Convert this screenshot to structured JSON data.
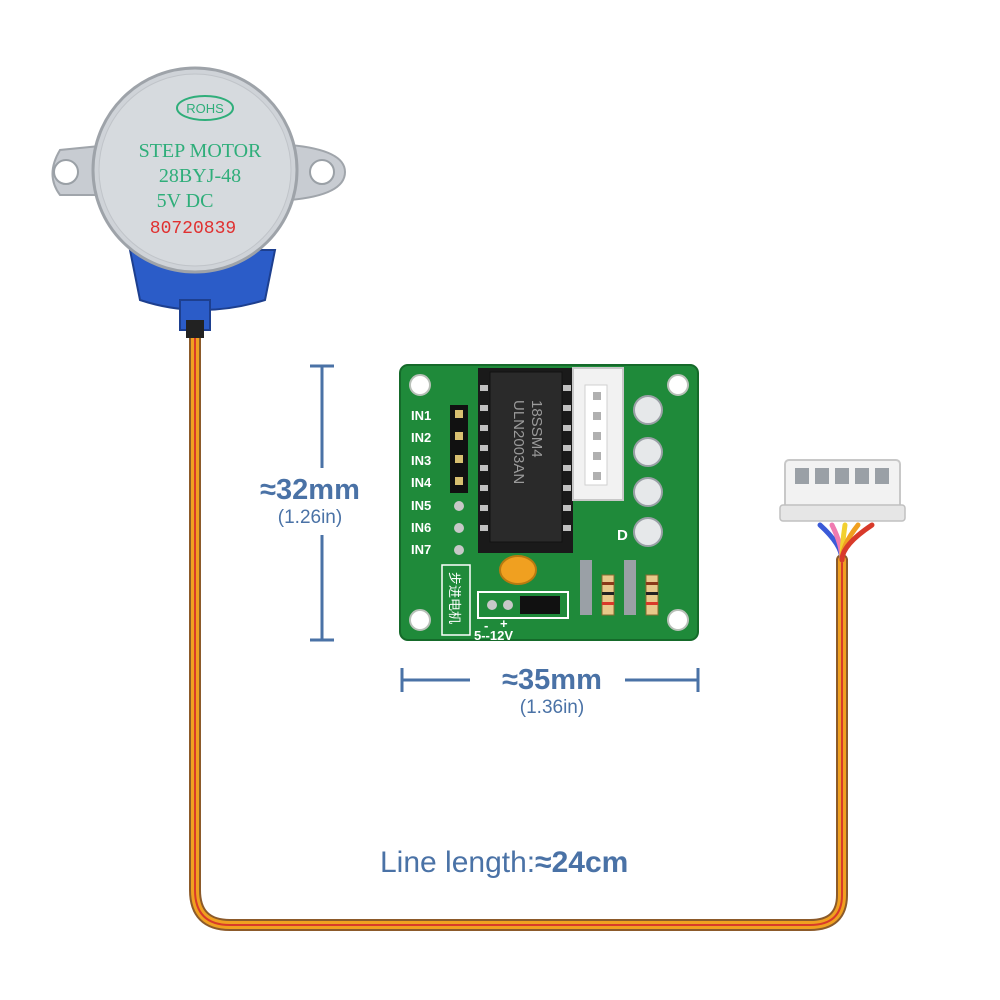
{
  "motor": {
    "badge": "ROHS",
    "line1": "STEP  MOTOR",
    "line2": "28BYJ-48",
    "line3": "5V   DC",
    "serial": "80720839"
  },
  "board": {
    "chip_line1": "18SSM4",
    "chip_line2": "ULN2003AN",
    "inputs": [
      "IN1",
      "IN2",
      "IN3",
      "IN4",
      "IN5",
      "IN6",
      "IN7"
    ],
    "led_letter": "D",
    "power_label": "5--12V",
    "polarity_minus": "-",
    "polarity_plus": "+",
    "chinese_label": "步进电机"
  },
  "dimensions": {
    "height_main": "≈32mm",
    "height_sub": "(1.26in)",
    "width_main": "≈35mm",
    "width_sub": "(1.36in)",
    "line_prefix": "Line length:",
    "line_value": "≈24cm"
  },
  "colors": {
    "dimension": "#4a72a6",
    "pcb": "#1f8a3a",
    "motor_shell": "#cfd3d8",
    "motor_text": "#2fae7a",
    "serial_text": "#e03030",
    "wire_orange": "#f0a020",
    "wire_red": "#d83a2a",
    "wire_blue": "#3a5ad8",
    "wire_pink": "#f07ab0",
    "wire_yellow": "#f2d030"
  }
}
